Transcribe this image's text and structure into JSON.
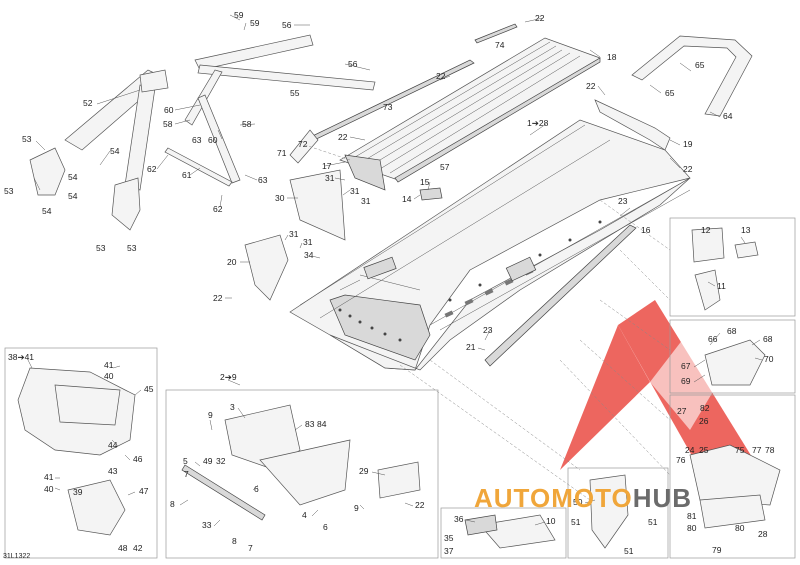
{
  "diagram_code": "31L1322",
  "watermark": {
    "part1": "AUTOMOTO",
    "part2": "HUB",
    "color_primary": "#e8332a",
    "color_accent": "#f0a63a",
    "color_text": "#6b6b6b"
  },
  "callouts": {
    "c22a": "22",
    "c74": "74",
    "c18": "18",
    "c22b": "22",
    "c73": "73",
    "c22c": "22",
    "c1_28": "1➔28",
    "c22d": "22",
    "c19": "19",
    "c22e": "22",
    "c59a": "59",
    "c59b": "59",
    "c56a": "56",
    "c56b": "56",
    "c55": "55",
    "c52": "52",
    "c60a": "60",
    "c58a": "58",
    "c63a": "63",
    "c60b": "60",
    "c58b": "58",
    "c62a": "62",
    "c61": "61",
    "c63b": "63",
    "c62b": "62",
    "c53a": "53",
    "c54a": "54",
    "c53b": "53",
    "c54b": "54",
    "c54c": "54",
    "c54d": "54",
    "c53c": "53",
    "c53d": "53",
    "c71": "71",
    "c72": "72",
    "c57": "57",
    "c17": "17",
    "c31a": "31",
    "c31b": "31",
    "c31c": "31",
    "c15": "15",
    "c14": "14",
    "c30": "30",
    "c31d": "31",
    "c31e": "31",
    "c34": "34",
    "c20": "20",
    "c22f": "22",
    "c23a": "23",
    "c16": "16",
    "c23b": "23",
    "c21": "21",
    "c12": "12",
    "c13": "13",
    "c11": "11",
    "c68a": "68",
    "c66": "66",
    "c68b": "68",
    "c67": "67",
    "c69": "69",
    "c70": "70",
    "c27": "27",
    "c82": "82",
    "c26": "26",
    "c75": "75",
    "c77": "77",
    "c78": "78",
    "c24": "24",
    "c25": "25",
    "c76": "76",
    "c81": "81",
    "c80a": "80",
    "c80b": "80",
    "c28": "28",
    "c79": "79",
    "c65a": "65",
    "c65b": "65",
    "c64": "64",
    "c38_41": "38➔41",
    "c41a": "41",
    "c40a": "40",
    "c45": "45",
    "c44": "44",
    "c43": "43",
    "c46": "46",
    "c41b": "41",
    "c40b": "40",
    "c39": "39",
    "c47": "47",
    "c48": "48",
    "c42": "42",
    "c2_9": "2➔9",
    "c9a": "9",
    "c3": "3",
    "c83": "83",
    "c84": "84",
    "c5": "5",
    "c49": "49",
    "c32": "32",
    "c7a": "7",
    "c6a": "6",
    "c8a": "8",
    "c33": "33",
    "c4": "4",
    "c9b": "9",
    "c6b": "6",
    "c8b": "8",
    "c7b": "7",
    "c29": "29",
    "c22g": "22",
    "c36": "36",
    "c10": "10",
    "c35": "35",
    "c37": "37",
    "c50": "50",
    "c51a": "51",
    "c51b": "51",
    "c51c": "51"
  }
}
